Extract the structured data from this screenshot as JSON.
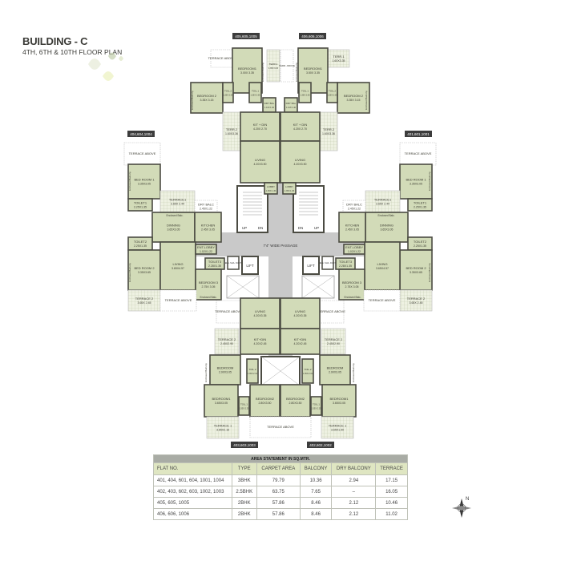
{
  "header": {
    "title": "BUILDING - C",
    "subtitle": "4TH, 6TH & 10TH FLOOR PLAN"
  },
  "colors": {
    "room": "#d2dbb8",
    "wall": "#4b4b42",
    "passage": "#c9c9c9",
    "terrace": "#eef1e2",
    "tag_bg": "#3c3c3c",
    "table_header": "#dfe6c2"
  },
  "flat_tags": {
    "top_left": "405,605,1005",
    "top_right": "406,606,1006",
    "left": "404,604,1004",
    "right": "401,601,1001",
    "bottom_left": "403,603,1003",
    "bottom_right": "402,602,1002"
  },
  "flats": {
    "top_left": [
      {
        "name": "TERRACE ABOVE",
        "dims": "",
        "type": "open"
      },
      {
        "name": "BEDROOM1",
        "dims": "3.00X 3.35",
        "type": "room"
      },
      {
        "name": "TERR.1",
        "dims": "1.35X 3.15",
        "type": "terrace"
      },
      {
        "name": "BEDROOM 2",
        "dims": "3.35X 3.15",
        "type": "room"
      },
      {
        "name": "TOIL.2",
        "dims": "1.35X 2.05",
        "type": "room"
      },
      {
        "name": "TOIL.1",
        "dims": "1.35X 2.05",
        "type": "room"
      },
      {
        "name": "DRY BAL",
        "dims": "1.41X 1.40",
        "type": "room"
      },
      {
        "name": "TERR.2",
        "dims": "1.60X3.36",
        "type": "terrace"
      },
      {
        "name": "KIT + DIN",
        "dims": "4.20X 2.70",
        "type": "room"
      },
      {
        "name": "LIVING",
        "dims": "4.20X3.90",
        "type": "room"
      },
      {
        "name": "LOBBY",
        "dims": "1.35X 1.45",
        "type": "room"
      }
    ],
    "top_right": [
      {
        "name": "TERR.1",
        "dims": "1.60X3.35",
        "type": "terrace"
      },
      {
        "name": "BEDROOM1",
        "dims": "3.50X 3.35",
        "type": "room"
      },
      {
        "name": "TERR. ABOVE",
        "dims": "",
        "type": "open"
      },
      {
        "name": "BEDROOM 2",
        "dims": "3.35X 3.15",
        "type": "room"
      },
      {
        "name": "TOIL.2",
        "dims": "1.35X 2.05",
        "type": "room"
      },
      {
        "name": "TOIL.1",
        "dims": "1.35X 2.05",
        "type": "room"
      },
      {
        "name": "DRY BAL",
        "dims": "1.41X 1.40",
        "type": "room"
      },
      {
        "name": "TERR.2",
        "dims": "1.60X3.36",
        "type": "terrace"
      },
      {
        "name": "KIT + DIN",
        "dims": "4.20X 2.70",
        "type": "room"
      },
      {
        "name": "LIVING",
        "dims": "4.20X3.90",
        "type": "room"
      },
      {
        "name": "LOBBY",
        "dims": "1.35X 1.45",
        "type": "room"
      }
    ],
    "left": [
      {
        "name": "TERRACE ABOVE",
        "dims": "",
        "type": "open"
      },
      {
        "name": "BED ROOM 1",
        "dims": "3.35X3.05",
        "type": "room"
      },
      {
        "name": "TOILET1",
        "dims": "2.25X1.35",
        "type": "room"
      },
      {
        "name": "TERRACE1",
        "dims": "3.65X 2.44",
        "type": "terrace"
      },
      {
        "name": "DRY BALC",
        "dims": "2.45X1.22",
        "type": "open"
      },
      {
        "name": "DINNING",
        "dims": "3.65X3.05",
        "type": "room"
      },
      {
        "name": "KITCHEN",
        "dims": "2.45X 3.05",
        "type": "room"
      },
      {
        "name": "TOILET2",
        "dims": "2.25X1.35",
        "type": "room"
      },
      {
        "name": "BED ROOM 2",
        "dims": "3.35X3.65",
        "type": "room"
      },
      {
        "name": "LIVING",
        "dims": "3.65X4.57",
        "type": "room"
      },
      {
        "name": "ENT.LOBBY",
        "dims": "1.02X1.22",
        "type": "room"
      },
      {
        "name": "TOILET3",
        "dims": "2.28X1.35",
        "type": "room"
      },
      {
        "name": "BEDROOM 3",
        "dims": "2.75X 3.05",
        "type": "room"
      },
      {
        "name": "TERRACE 2",
        "dims": "3.65X 2.45",
        "type": "terrace"
      },
      {
        "name": "TERRACE ABOVE",
        "dims": "",
        "type": "open"
      }
    ],
    "right": [
      {
        "name": "TERRACE ABOVE",
        "dims": "",
        "type": "open"
      },
      {
        "name": "BED ROOM 1",
        "dims": "3.35X3.05",
        "type": "room"
      },
      {
        "name": "TOILET1",
        "dims": "2.25X1.35",
        "type": "room"
      },
      {
        "name": "TERRACE1",
        "dims": "3.65X 2.44",
        "type": "terrace"
      },
      {
        "name": "DRY BALC",
        "dims": "2.45X1.22",
        "type": "open"
      },
      {
        "name": "DINNING",
        "dims": "3.65X3.05",
        "type": "room"
      },
      {
        "name": "KITCHEN",
        "dims": "2.45X 3.05",
        "type": "room"
      },
      {
        "name": "TOILET2",
        "dims": "2.25X1.35",
        "type": "room"
      },
      {
        "name": "BED ROOM 2",
        "dims": "3.35X3.65",
        "type": "room"
      },
      {
        "name": "LIVING",
        "dims": "3.65X4.57",
        "type": "room"
      },
      {
        "name": "ENT.LOBBY",
        "dims": "1.02X1.22",
        "type": "room"
      },
      {
        "name": "TOILET3",
        "dims": "2.28X1.35",
        "type": "room"
      },
      {
        "name": "BEDROOM 3",
        "dims": "2.75X 3.05",
        "type": "room"
      },
      {
        "name": "TERRACE 2",
        "dims": "3.65X 2.45",
        "type": "terrace"
      },
      {
        "name": "TERRACE ABOVE",
        "dims": "",
        "type": "open"
      }
    ],
    "bottom_left": [
      {
        "name": "TERRACE ABOVE",
        "dims": "",
        "type": "open"
      },
      {
        "name": "LIVING",
        "dims": "4.20X3.35",
        "type": "room"
      },
      {
        "name": "KIT+DIN",
        "dims": "4.20X2.45",
        "type": "room"
      },
      {
        "name": "TERRACE 2",
        "dims": "2.45X2.90",
        "type": "terrace"
      },
      {
        "name": "BEDROOM",
        "dims": "2.90X3.05",
        "type": "room"
      },
      {
        "name": "TOIL.2",
        "dims": "1.35X 2.31",
        "type": "room"
      },
      {
        "name": "BEDROOM1",
        "dims": "3.65X3.05",
        "type": "room"
      },
      {
        "name": "TOIL.1",
        "dims": "1.35X 2.25",
        "type": "room"
      },
      {
        "name": "BEDROOM2",
        "dims": "2.80X3.50",
        "type": "room"
      },
      {
        "name": "TERRACE 1",
        "dims": "3.65X2.16",
        "type": "terrace"
      }
    ],
    "bottom_right": [
      {
        "name": "TERRACE ABOVE",
        "dims": "",
        "type": "open"
      },
      {
        "name": "LIVING",
        "dims": "4.20X3.35",
        "type": "room"
      },
      {
        "name": "KIT+DIN",
        "dims": "4.20X2.45",
        "type": "room"
      },
      {
        "name": "TERRACE 2",
        "dims": "2.45X2.90",
        "type": "terrace"
      },
      {
        "name": "BEDROOM",
        "dims": "2.90X3.05",
        "type": "room"
      },
      {
        "name": "TOIL.2",
        "dims": "1.35X 2.31",
        "type": "room"
      },
      {
        "name": "BEDROOM1",
        "dims": "3.65X3.05",
        "type": "room"
      },
      {
        "name": "TOIL.1",
        "dims": "1.35X 2.25",
        "type": "room"
      },
      {
        "name": "BEDROOM2",
        "dims": "2.80X3.50",
        "type": "room"
      },
      {
        "name": "TERRACE 1",
        "dims": "3.65X1.90",
        "type": "terrace"
      }
    ],
    "shared": [
      {
        "name": "TERRACE ABOVE",
        "dims": "",
        "type": "open"
      }
    ]
  },
  "enclosed_labels": {
    "balcony": "Enclosed Balcony",
    "balc": "Enclosed Balc."
  },
  "core": {
    "passage": "7'4\" WIDE PASSAGE",
    "up": "UP",
    "dn": "DN",
    "lift": "LIFT",
    "duct": "ELE. SHA. DUCT"
  },
  "area_table": {
    "caption": "AREA STATEMENT IN SQ.MTR.",
    "columns": [
      "FLAT NO.",
      "TYPE",
      "CARPET AREA",
      "BALCONY",
      "DRY BALCONY",
      "TERRACE"
    ],
    "rows": [
      [
        "401, 404, 601, 604, 1001, 1004",
        "3BHK",
        "79.79",
        "10.36",
        "2.94",
        "17.15"
      ],
      [
        "402, 403, 602, 603, 1002, 1003",
        "2.5BHK",
        "63.75",
        "7.65",
        "–",
        "16.05"
      ],
      [
        "405, 605, 1005",
        "2BHK",
        "57.86",
        "8.46",
        "2.12",
        "10.46"
      ],
      [
        "406, 606, 1006",
        "2BHK",
        "57.86",
        "8.46",
        "2.12",
        "11.02"
      ]
    ]
  },
  "compass": {
    "label": "N"
  }
}
